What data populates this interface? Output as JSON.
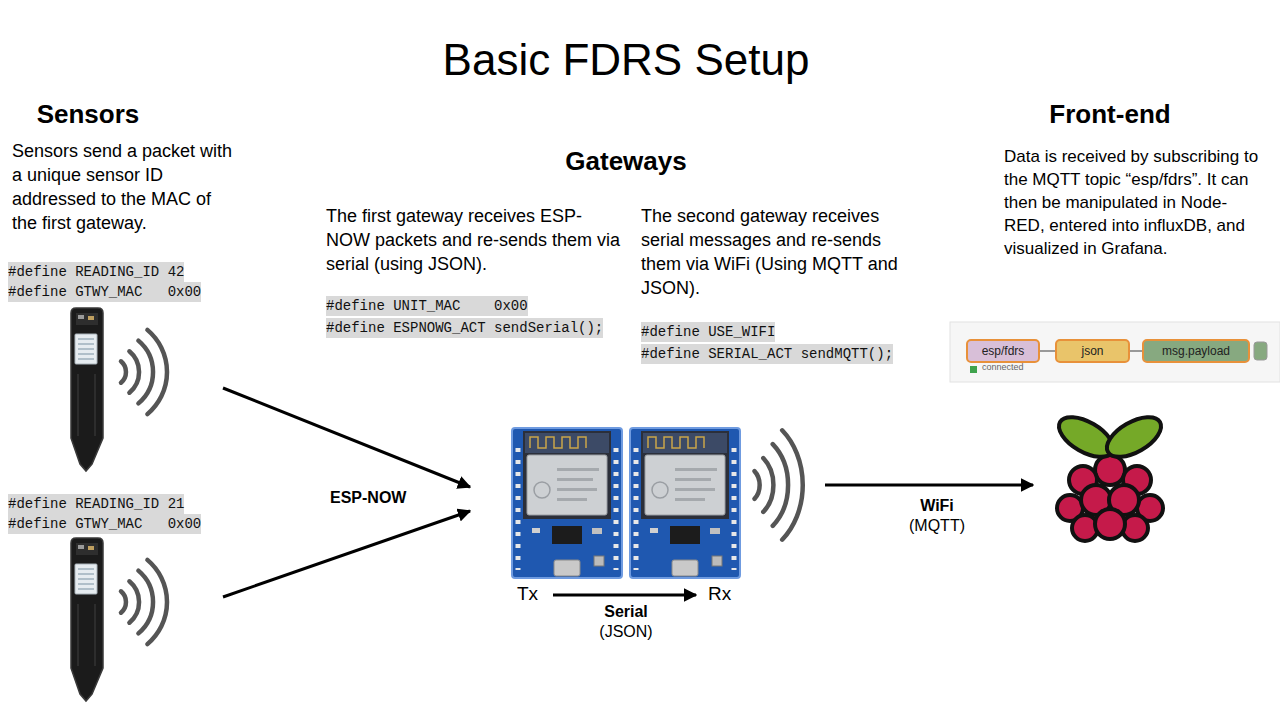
{
  "diagram": {
    "title": "Basic FDRS Setup",
    "nodes": [
      {
        "text": [
          "#define READING_ID 42",
          "#define GTWY_MAC   0x00"
        ]
      },
      {
        "text": [
          "#define READING_ID 21",
          "#define GTWY_MAC   0x00"
        ]
      },
      {
        "text": [
          "Tx"
        ]
      },
      {
        "text": [
          "Rx"
        ]
      },
      {
        "text": [
          "esp/fdrs",
          "connected"
        ]
      },
      {
        "text": [
          "json"
        ]
      },
      {
        "text": [
          "msg.payload"
        ]
      }
    ],
    "edges": [
      {
        "from": 0,
        "to": 2,
        "arrow": "to"
      },
      {
        "from": 1,
        "to": 2,
        "arrow": "to"
      },
      {
        "from": 4,
        "to": 5,
        "arrow": "none"
      },
      {
        "from": 5,
        "to": 6,
        "arrow": "none"
      }
    ],
    "labels": [
      "Sensors",
      "Sensors send a packet with a unique sensor ID addressed to the MAC of the first gateway.",
      "Gateways",
      "The first gateway receives ESP-NOW packets and re-sends them via serial (using JSON).",
      "#define UNIT_MAC    0x00",
      "#define ESPNOWG_ACT sendSerial();",
      "The second gateway receives serial messages and re-sends them via WiFi (Using MQTT and JSON).",
      "#define USE_WIFI",
      "#define SERIAL_ACT sendMQTT();",
      "Front-end",
      "Data is received by subscribing to the MQTT topic “esp/fdrs”. It can then be manipulated in Node-RED, entered into influxDB, and visualized in Grafana.",
      "ESP-NOW",
      "Serial",
      "(JSON)",
      "WiFi",
      "(MQTT)"
    ]
  }
}
